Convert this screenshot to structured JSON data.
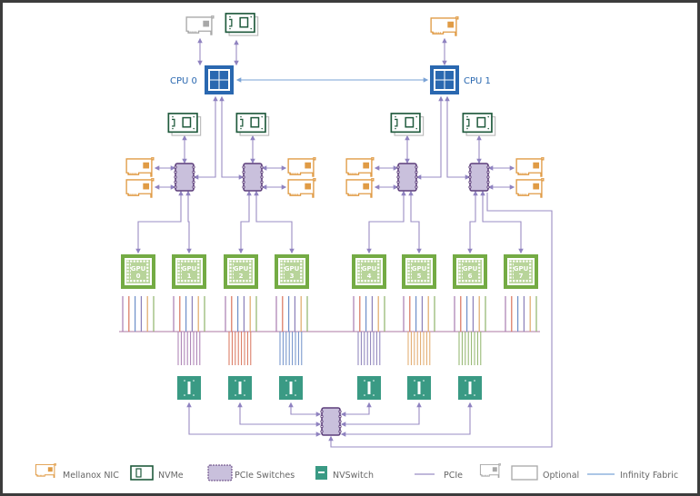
{
  "diagram": {
    "title": "",
    "cpus": [
      {
        "id": "cpu0",
        "label": "CPU 0"
      },
      {
        "id": "cpu1",
        "label": "CPU 1"
      }
    ],
    "gpus": [
      {
        "label_line1": "GPU",
        "label_line2": "0"
      },
      {
        "label_line1": "GPU",
        "label_line2": "1"
      },
      {
        "label_line1": "GPU",
        "label_line2": "2"
      },
      {
        "label_line1": "GPU",
        "label_line2": "3"
      },
      {
        "label_line1": "GPU",
        "label_line2": "4"
      },
      {
        "label_line1": "GPU",
        "label_line2": "5"
      },
      {
        "label_line1": "GPU",
        "label_line2": "6"
      },
      {
        "label_line1": "GPU",
        "label_line2": "7"
      }
    ],
    "pcie_switch_count": 5,
    "nvswitch_count": 6,
    "link_colors": [
      "#a87bb0",
      "#d9735a",
      "#6d8fc8",
      "#8a7fb8",
      "#e0a868",
      "#8fb36a"
    ],
    "colors": {
      "cpu": "#2a68b0",
      "gpu": "#74ab44",
      "nic": "#e09b45",
      "nvme": "#1f5a3c",
      "optional": "#a8a8a8",
      "pcie_switch_fill": "#c9c0dc",
      "pcie_switch_stroke": "#5c3d7a",
      "nvswitch": "#3a9a84",
      "pcie_line": "#9a8dc4",
      "infinity_fabric": "#7aa3d6",
      "frame": "#3c3c3c"
    }
  },
  "legend": {
    "items": [
      {
        "key": "nic",
        "label": "Mellanox NIC"
      },
      {
        "key": "nvme",
        "label": "NVMe"
      },
      {
        "key": "pcie_switch",
        "label": "PCIe Switches"
      },
      {
        "key": "nvswitch",
        "label": "NVSwitch"
      },
      {
        "key": "pcie",
        "label": "PCIe"
      },
      {
        "key": "optional",
        "label": "Optional"
      },
      {
        "key": "infinity_fabric",
        "label": "Infinity Fabric"
      }
    ]
  }
}
